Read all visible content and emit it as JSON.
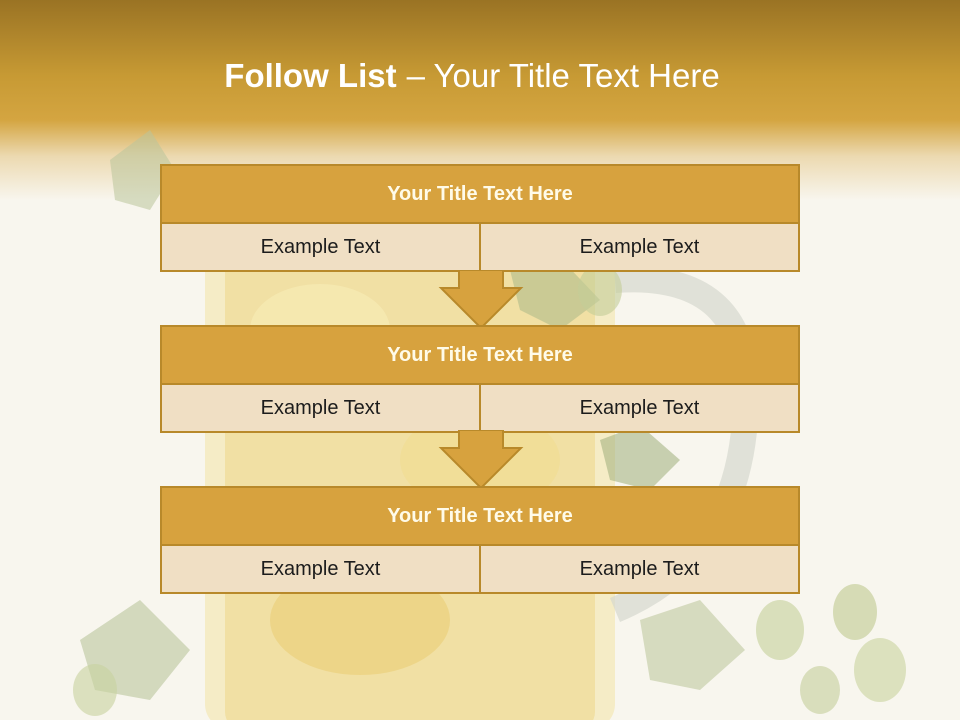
{
  "slide": {
    "title_bold": "Follow List",
    "title_rest": "– Your Title Text Here"
  },
  "steps": [
    {
      "title": "Your Title Text Here",
      "left": "Example Text",
      "right": "Example Text"
    },
    {
      "title": "Your Title Text Here",
      "left": "Example Text",
      "right": "Example Text"
    },
    {
      "title": "Your Title Text Here",
      "left": "Example Text",
      "right": "Example Text"
    }
  ],
  "colors": {
    "header": "#c79a34",
    "box_head": "#d7a23e",
    "box_cell": "#efdcc3",
    "border": "#b8892a"
  }
}
